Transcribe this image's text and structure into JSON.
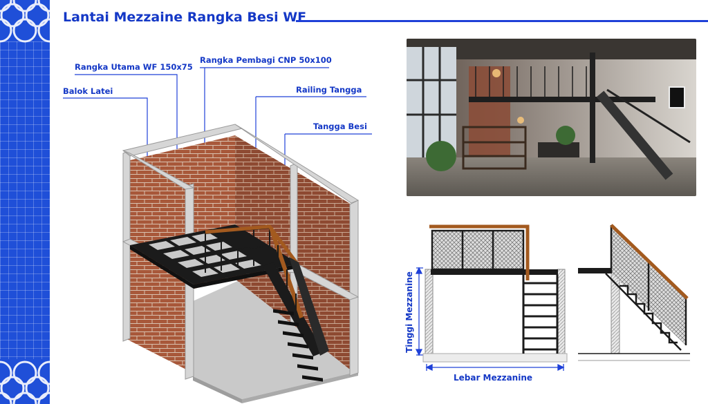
{
  "title": "Lantai Mezzaine Rangka Besi WF",
  "labels": {
    "rangka_utama": "Rangka Utama WF 150x75",
    "rangka_pembagi": "Rangka Pembagi CNP 50x100",
    "balok_latei": "Balok Latei",
    "railing_tangga": "Railing Tangga",
    "tangga_besi": "Tangga Besi"
  },
  "dimensions": {
    "height": "Tinggi Mezzanine",
    "width": "Lebar Mezzanine"
  },
  "colors": {
    "accent": "#1e40d8",
    "brick": "#a8583a",
    "steel": "#1b1b1b",
    "wood": "#a35a1f",
    "concrete": "#cfcfcf"
  },
  "icons": [
    "diamond-pattern-icon",
    "wood-handrail-icon",
    "steel-stair-icon"
  ]
}
